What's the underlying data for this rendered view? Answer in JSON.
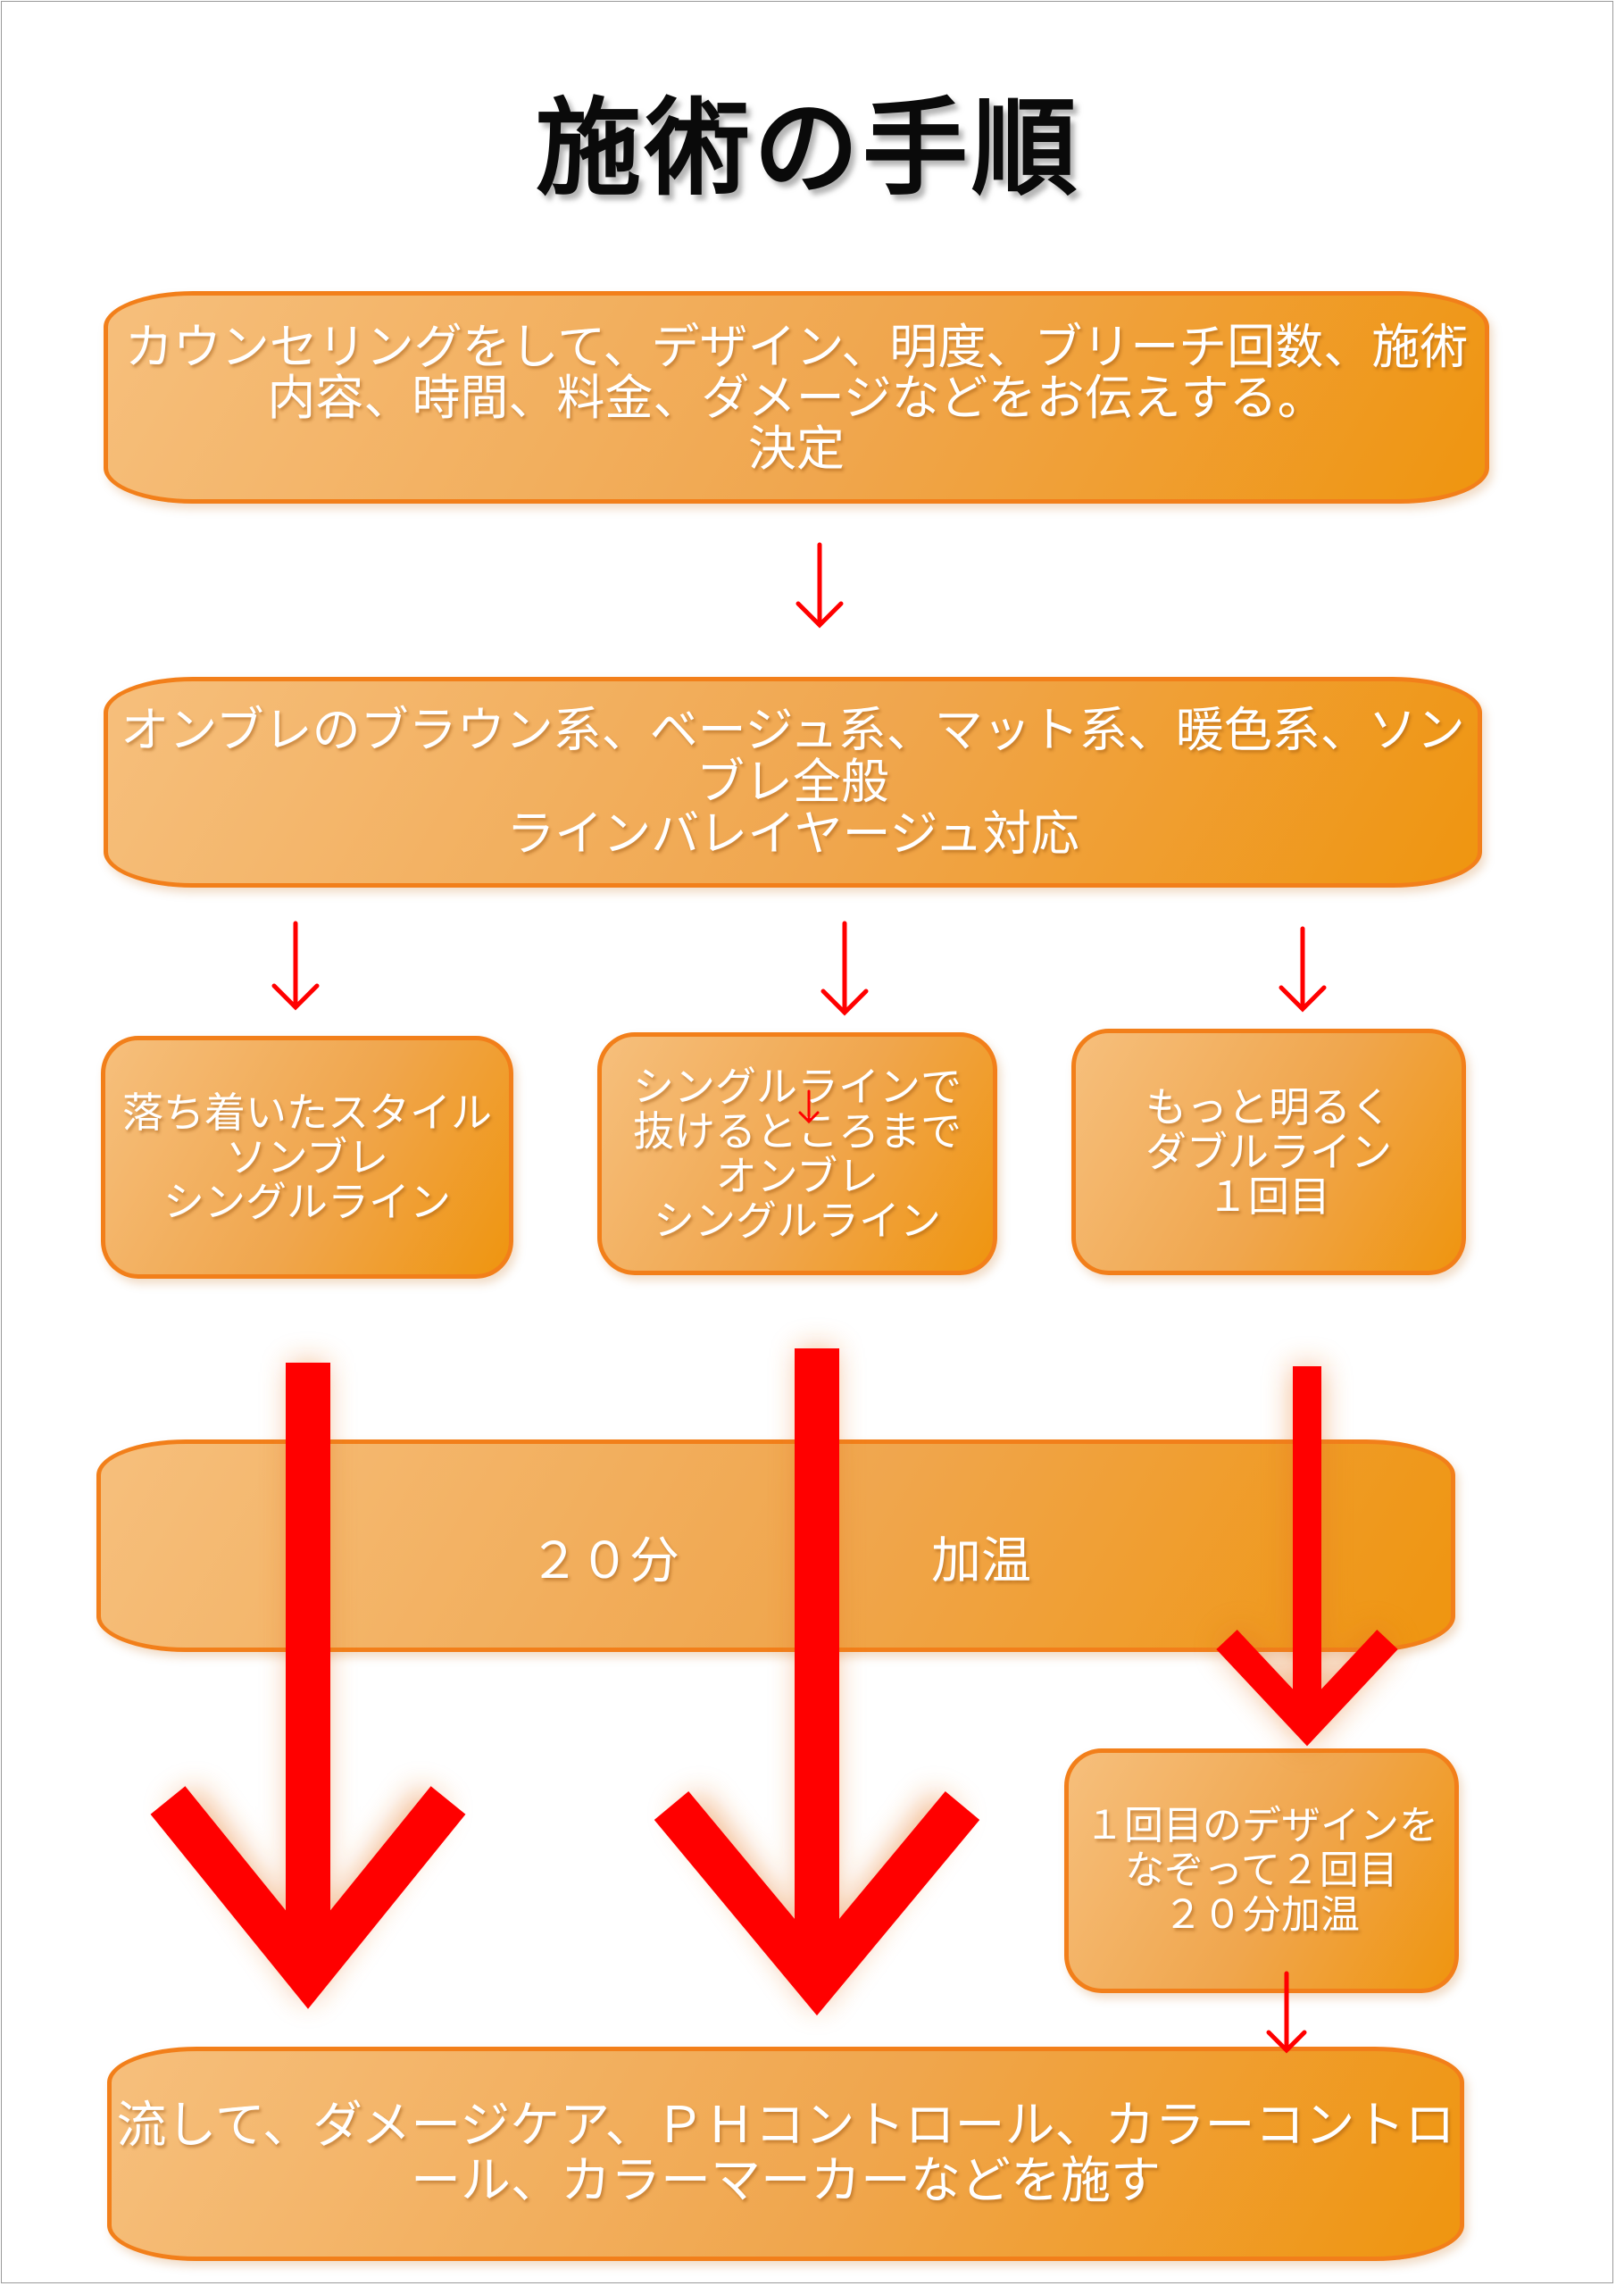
{
  "title": "施術の手順",
  "steps": {
    "counseling": "カウンセリングをして、デザイン、明度、ブリーチ回数、施術\n内容、時間、料金、ダメージなどをお伝えする。\n決定",
    "menu": "オンブレのブラウン系、ベージュ系、マット系、暖色系、ソン\nブレ全般\nラインバレイヤージュ対応",
    "option_calm": "落ち着いたスタイル\nソンブレ\nシングルライン",
    "option_single": "シングルラインで\n抜けるところまで\nオンブレ\nシングルライン",
    "option_brighter": "もっと明るく\nダブルライン\n１回目",
    "heat_time": "２０分",
    "heat_label": "加温",
    "second_pass": "１回目のデザインを\nなぞって２回目\n２０分加温",
    "finish": "流して、ダメージケア、ＰＨコントロール、カラーコントロ\nール、カラーマーカーなどを施す"
  },
  "colors": {
    "box_border": "#f27f1a",
    "box_fill_light": "#f6bf7c",
    "box_fill_dark": "#ef950f",
    "arrow": "#ff0000",
    "box_text": "#ffffff",
    "title_text": "#0a0a0a"
  }
}
